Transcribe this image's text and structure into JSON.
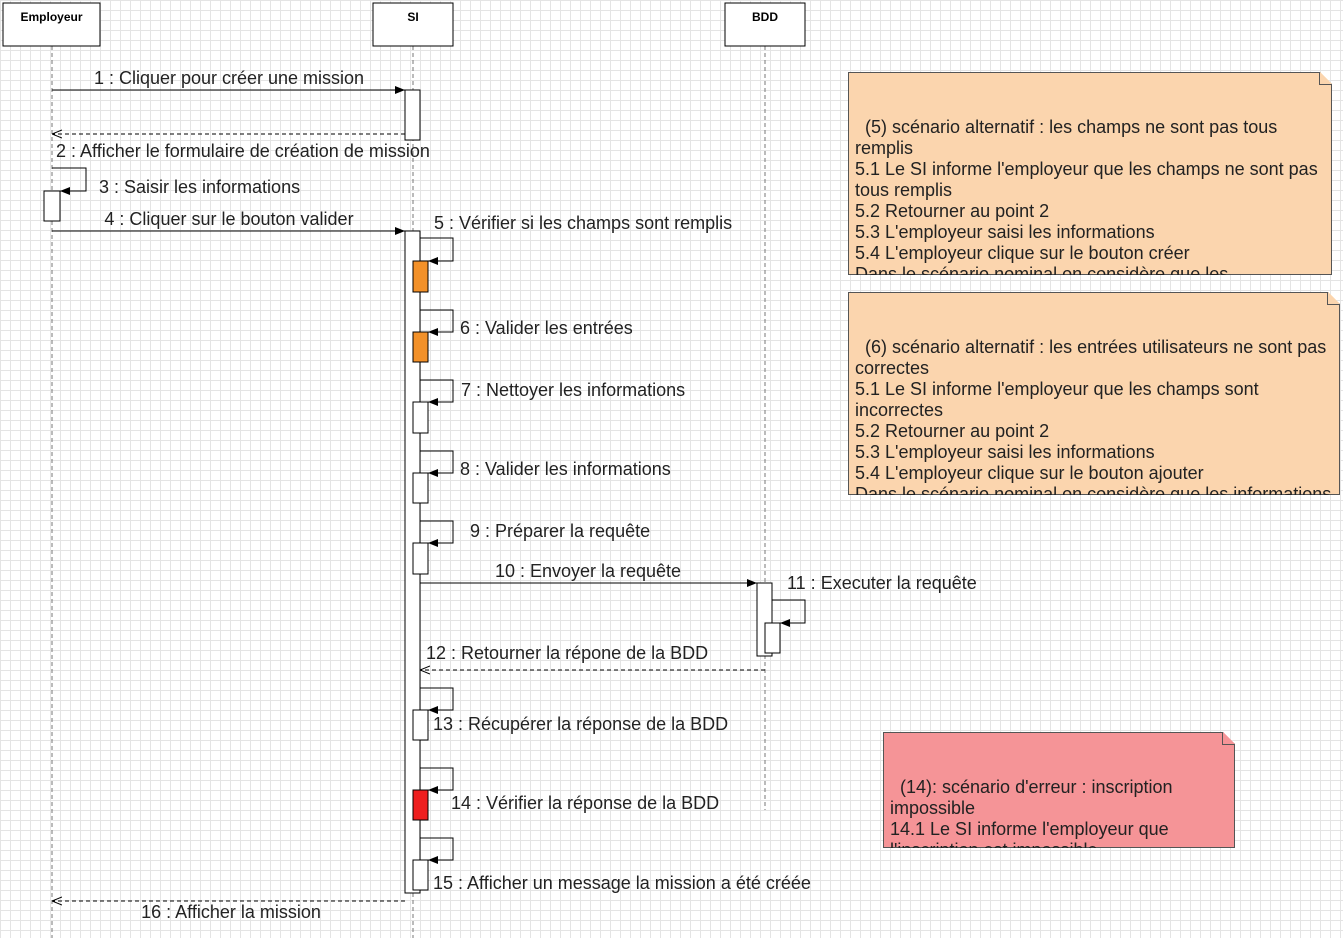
{
  "participants": {
    "employeur": "Employeur",
    "si": "SI",
    "bdd": "BDD"
  },
  "messages": {
    "m1": "1 : Cliquer pour créer une mission",
    "m2": "2 : Afficher le formulaire de création de mission",
    "m3": "3 : Saisir les informations",
    "m4": "4 : Cliquer sur le bouton valider",
    "m5": "5 : Vérifier si les champs sont remplis",
    "m6": "6 : Valider les entrées",
    "m7": "7 : Nettoyer les informations",
    "m8": "8 : Valider les informations",
    "m9": "9 : Préparer la requête",
    "m10": "10 : Envoyer la requête",
    "m11": "11 : Executer la requête",
    "m12": "12 : Retourner la répone de la BDD",
    "m13": "13 : Récupérer la réponse de la BDD",
    "m14": "14 : Vérifier la réponse de la BDD",
    "m15": "15 : Afficher un message la mission a été créée",
    "m16": "16 : Afficher la mission"
  },
  "notes": {
    "n5": "(5) scénario alternatif : les champs ne sont pas tous remplis\n5.1 Le SI informe l'employeur que les champs ne sont pas tous remplis\n5.2 Retourner au point 2\n5.3 L'employeur saisi les informations\n5.4 L'employeur clique sur le bouton créer\nDans le scénario nominal on considère que les informations sont correctes",
    "n6": "(6) scénario alternatif : les entrées utilisateurs ne sont pas correctes\n5.1 Le SI informe l'employeur que les champs sont incorrectes\n5.2 Retourner au point 2\n5.3 L'employeur saisi les informations\n5.4 L'employeur clique sur le bouton ajouter\nDans le scénario nominal on considère que les informations sont correctes",
    "n14": "(14): scénario d'erreur : inscription impossible\n14.1 Le SI informe l'employeur que l'inscription est impossible.\nLe scénario nominale s'arrête ici."
  },
  "colors": {
    "alt_note": "#fbd5ae",
    "error_note": "#f59497",
    "check_activation": "#f39129",
    "error_activation": "#ee1f1f"
  }
}
